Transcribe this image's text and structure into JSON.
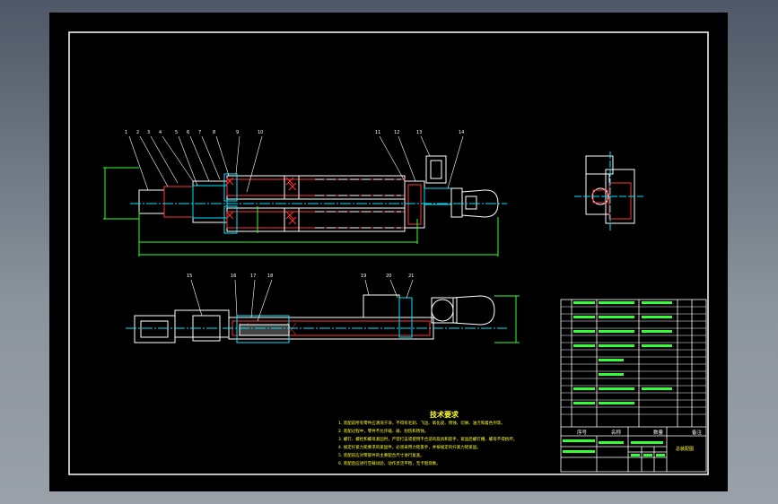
{
  "technical_requirements": {
    "title": "技术要求",
    "lines": [
      "1. 装配前所有零件应清洗干净，不得有毛刺、飞边、氧化皮、锈蚀、切屑、油污和着色剂等。",
      "2. 装配过程中，零件不允许磕、碰、划伤和锈蚀。",
      "3. 螺钉、螺栓和螺母紧固时，严禁打击或使用不合适的旋具和扳手，紧固后螺钉槽、螺母不得损坏。",
      "4. 规定拧紧力矩要求的紧固件，必须采用力矩扳手，并按规定的拧紧力矩紧固。",
      "5. 装配前应对零部件的主要配合尺寸进行复查。",
      "6. 装配后应进行空载试验，动作灵活平稳，无卡阻现象。"
    ]
  },
  "part_numbers_top": [
    "1",
    "2",
    "3",
    "4",
    "5",
    "6",
    "7",
    "8",
    "9",
    "10",
    "11",
    "12",
    "13",
    "14"
  ],
  "part_numbers_bottom": [
    "15",
    "16",
    "17",
    "18",
    "19",
    "20",
    "21"
  ],
  "title_block": {
    "header": [
      "序号",
      "名称",
      "数量",
      "备注"
    ],
    "drawing_name": "总装配图"
  },
  "colors": {
    "background": "#000000",
    "outline": "#ffffff",
    "section": "#ff3333",
    "center": "#00e5ff",
    "dimension": "#33ff33",
    "text": "#ffff33"
  }
}
